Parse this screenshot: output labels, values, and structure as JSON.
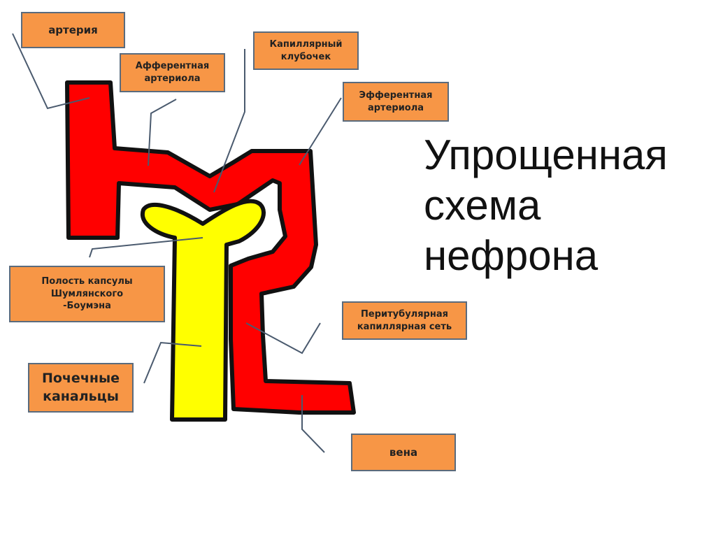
{
  "title": "Упрощенная\nсхема\nнефрона",
  "labels": {
    "artery": "артерия",
    "afferent": "Афферентная\nартериола",
    "glomerulus": "Капиллярный\nклубочек",
    "efferent": "Эфферентная\nартериола",
    "capsule": "Полость капсулы\nШумлянского\n-Боумэна",
    "peritubular": "Перитубулярная\nкапиллярная сеть",
    "tubules": "Почечные\nканальцы",
    "vein": "вена"
  },
  "colors": {
    "vessel": "#ff0000",
    "tubule": "#ffff00",
    "outline": "#111111",
    "label_fill": "#f79646",
    "label_border": "#5a6b7d",
    "leader_line": "#4a5a6e"
  }
}
